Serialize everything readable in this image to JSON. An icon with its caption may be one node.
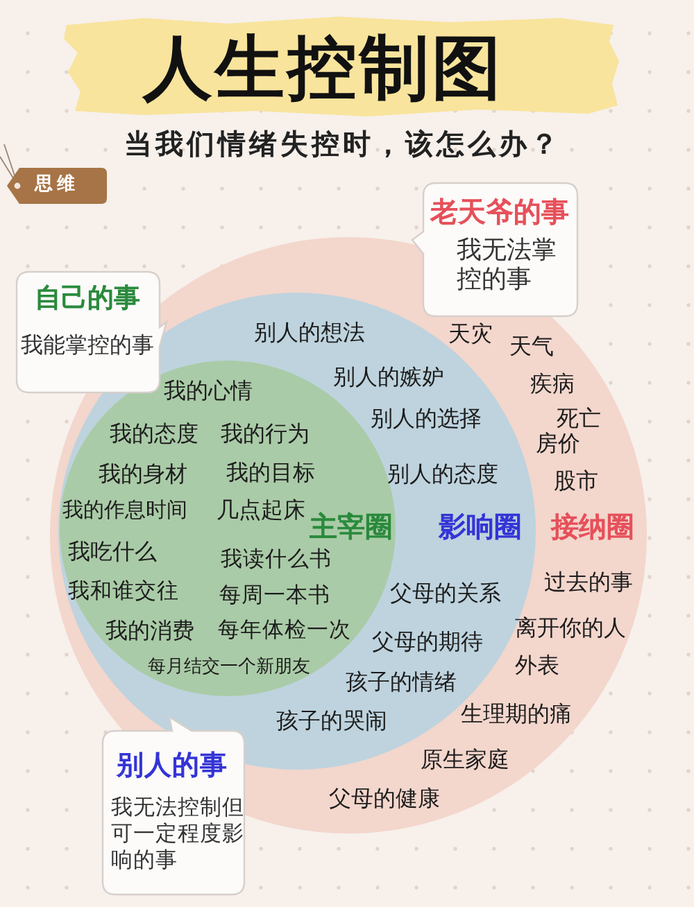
{
  "diagram": {
    "title": "人生控制图",
    "nodes": [
      {
        "text": [
          "思维"
        ]
      },
      {
        "text": [
          "老天爷的事",
          "我无法掌控的事"
        ]
      },
      {
        "text": [
          "自己的事",
          "我能掌控的事"
        ]
      },
      {
        "text": [
          "接纳圈",
          "天灾",
          "天气",
          "疾病",
          "死亡",
          "房价",
          "股市",
          "过去的事",
          "离开你的人",
          "外表",
          "生理期的痛",
          "原生家庭",
          "父母的健康"
        ]
      },
      {
        "text": [
          "影响圈",
          "别人的想法",
          "别人的嫉妒",
          "别人的选择",
          "别人的态度",
          "父母的关系",
          "父母的期待",
          "孩子的情绪",
          "孩子的哭闹"
        ],
        "in": 3
      },
      {
        "text": [
          "主宰圈",
          "我的心情",
          "我的态度",
          "我的行为",
          "我的身材",
          "我的目标",
          "我的作息时间",
          "几点起床",
          "我吃什么",
          "我读什么书",
          "我和谁交往",
          "每周一本书",
          "我的消费",
          "每年体检一次",
          "每月结交一个新朋友"
        ],
        "in": 4
      },
      {
        "text": [
          "别人的事",
          "我无法控制但可一定程度影响的事"
        ]
      }
    ],
    "labels": [
      "当我们情绪失控时，该怎么办？"
    ]
  }
}
